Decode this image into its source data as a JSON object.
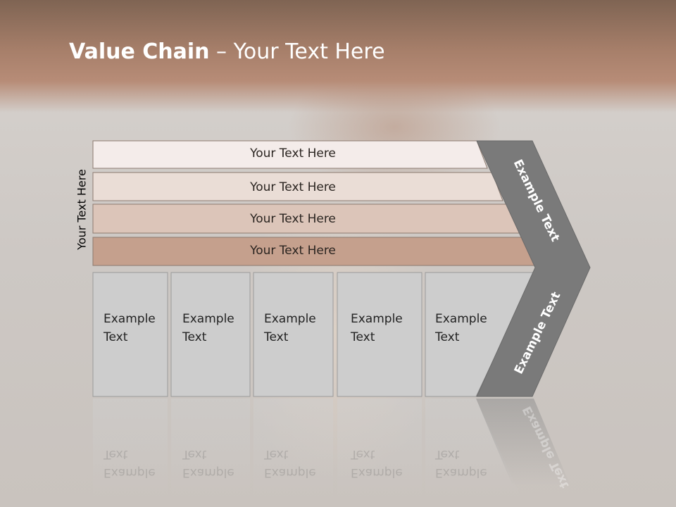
{
  "slide": {
    "title_bold": "Value Chain",
    "title_rest": " – Your Text Here",
    "side_label": "Your Text Here"
  },
  "bars": [
    {
      "label": "Your Text Here",
      "color": "#f4ecea"
    },
    {
      "label": "Your Text Here",
      "color": "#eaddd6"
    },
    {
      "label": "Your Text Here",
      "color": "#dcc5b9"
    },
    {
      "label": "Your Text Here",
      "color": "#c5a08d"
    }
  ],
  "cells": [
    {
      "line1": "Example",
      "line2": "Text"
    },
    {
      "line1": "Example",
      "line2": "Text"
    },
    {
      "line1": "Example",
      "line2": "Text"
    },
    {
      "line1": "Example",
      "line2": "Text"
    },
    {
      "line1": "Example",
      "line2": "Text"
    }
  ],
  "chevron": {
    "upper_label": "Example Text",
    "lower_label": "Example Text",
    "color": "#7a7a7a"
  }
}
